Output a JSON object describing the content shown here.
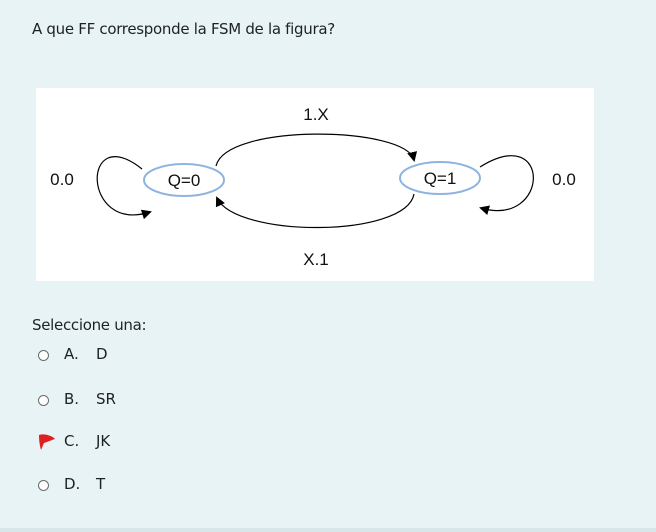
{
  "question": {
    "text": "A que FF corresponde la FSM de la figura?"
  },
  "fsm": {
    "states": [
      "Q=0",
      "Q=1"
    ],
    "self_loop_q0": "0.0",
    "self_loop_q1": "0.0",
    "transition_q0_to_q1": "1.X",
    "transition_q1_to_q0": "X.1",
    "selection_mark_color": "#e02020"
  },
  "prompt": "Seleccione una:",
  "answers": [
    {
      "letter": "A.",
      "text": "D",
      "selected": false
    },
    {
      "letter": "B.",
      "text": "SR",
      "selected": false
    },
    {
      "letter": "C.",
      "text": "JK",
      "selected": true
    },
    {
      "letter": "D.",
      "text": "T",
      "selected": false
    }
  ]
}
